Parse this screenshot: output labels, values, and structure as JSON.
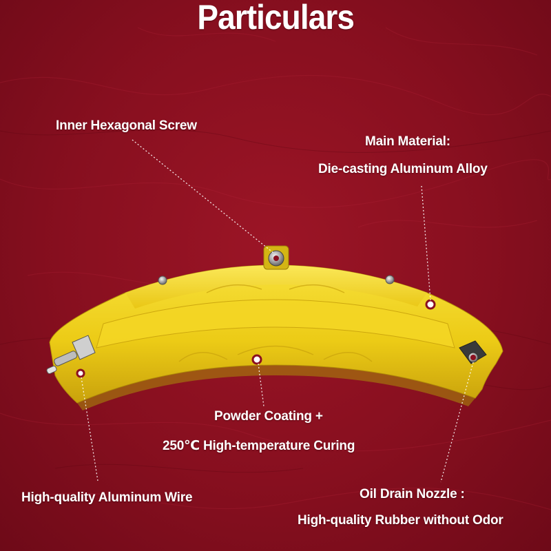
{
  "page": {
    "title": "Particulars",
    "background_color": "#8c1020",
    "caliper_color": "#f2d31b"
  },
  "labels": {
    "inner_screw": "Inner Hexagonal Screw",
    "main_material_heading": "Main Material:",
    "main_material_value": "Die-casting Aluminum Alloy",
    "coating_line1": "Powder Coating +",
    "coating_line2": "250℃ High-temperature Curing",
    "wire": "High-quality Aluminum Wire",
    "nozzle_heading": "Oil Drain Nozzle :",
    "nozzle_value": "High-quality Rubber without Odor"
  }
}
